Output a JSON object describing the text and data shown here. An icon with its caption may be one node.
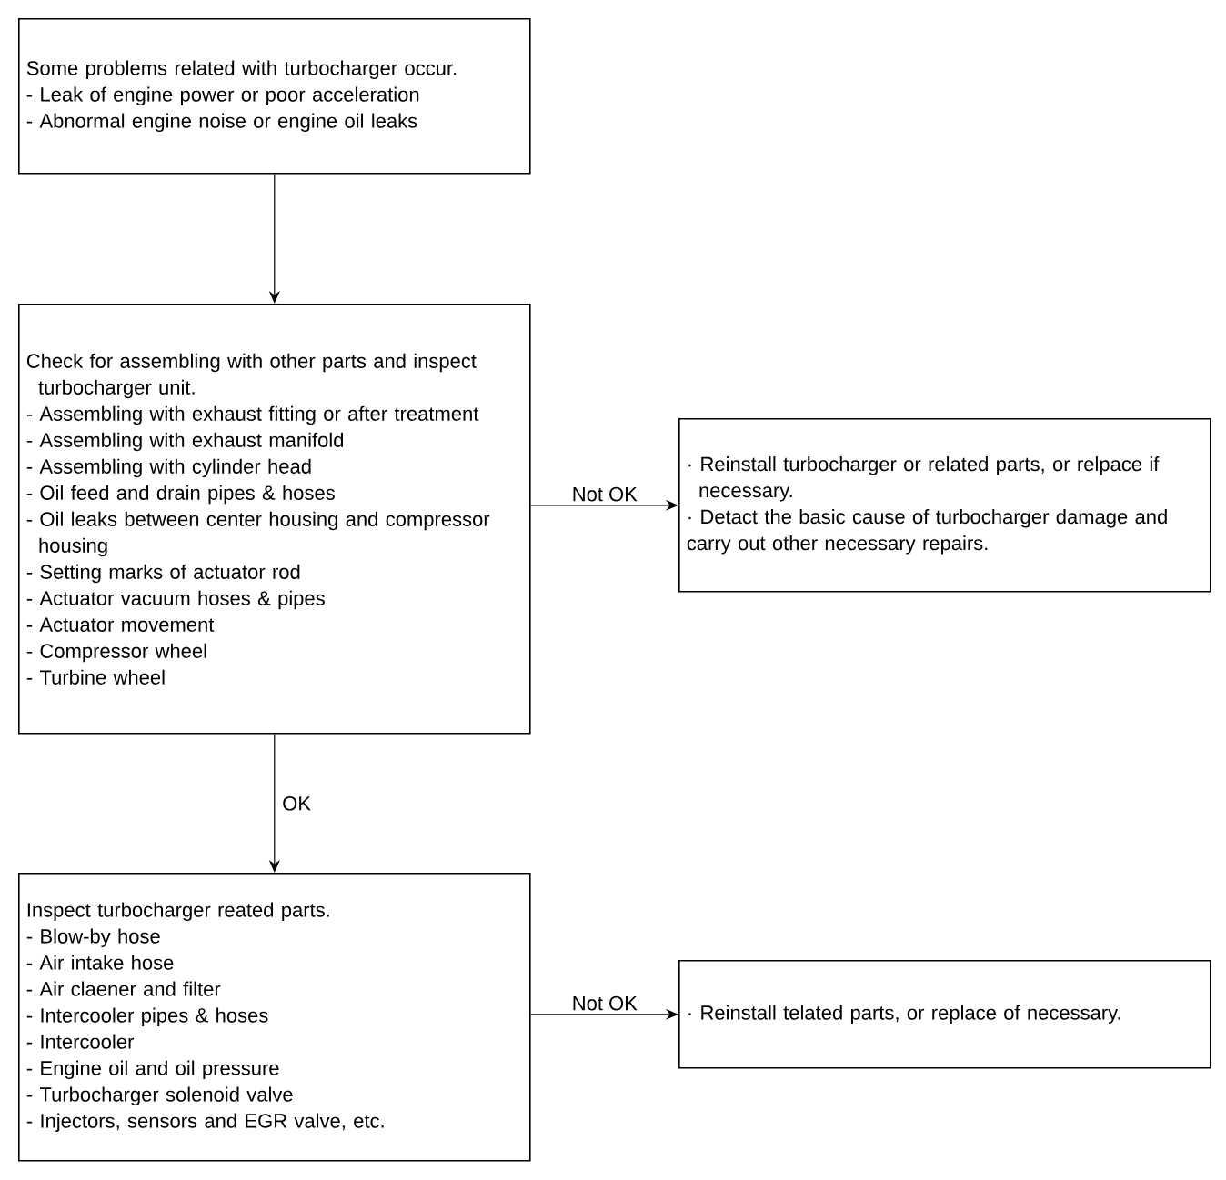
{
  "diagram": {
    "nodes": [
      {
        "text": [
          "Some problems related with turbocharger occur.",
          "- Leak of engine power or poor acceleration",
          "- Abnormal engine noise or engine oil leaks"
        ]
      },
      {
        "text": [
          "Check for assembling with other parts and inspect turbocharger unit.",
          "- Assembling with exhaust fitting or after treatment",
          "- Assembling with exhaust manifold",
          "- Assembling with cylinder head",
          "- Oil feed and drain pipes & hoses",
          "- Oil leaks between center housing and compressor housing",
          "- Setting marks of actuator rod",
          "- Actuator vacuum hoses & pipes",
          "- Actuator movement",
          "- Compressor wheel",
          "- Turbine wheel"
        ]
      },
      {
        "text": [
          "· Reinstall turbocharger or related parts, or relpace if necessary.",
          "· Detact the basic cause of turbocharger damage and carry out other necessary repairs."
        ]
      },
      {
        "text": [
          "Inspect turbocharger reated parts.",
          "- Blow-by hose",
          "- Air intake hose",
          "- Air claener and filter",
          "- Intercooler pipes & hoses",
          "- Intercooler",
          "- Engine oil and oil pressure",
          "- Turbocharger solenoid valve",
          "- Injectors, sensors and EGR valve, etc."
        ]
      },
      {
        "text": [
          "· Reinstall telated parts, or replace of necessary."
        ]
      }
    ],
    "edges": [
      {
        "from": 0,
        "to": 1,
        "arrow": "to"
      },
      {
        "from": 1,
        "to": 2,
        "arrow": "to",
        "label": "Not OK"
      },
      {
        "from": 1,
        "to": 3,
        "arrow": "to",
        "label": "OK"
      },
      {
        "from": 3,
        "to": 4,
        "arrow": "to",
        "label": "Not OK"
      }
    ]
  }
}
